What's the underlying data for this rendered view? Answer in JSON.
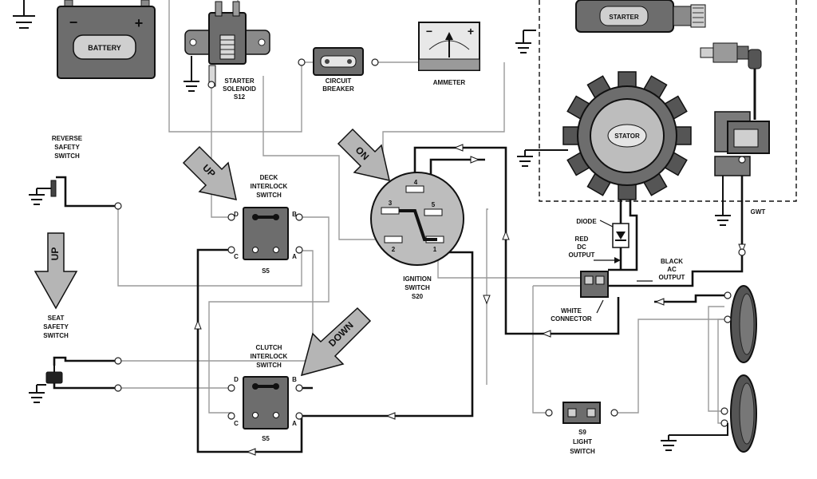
{
  "labels": {
    "battery": "BATTERY",
    "battery_minus": "−",
    "battery_plus": "+",
    "starter": "STARTER",
    "starter_solenoid": [
      "STARTER",
      "SOLENOID",
      "S12"
    ],
    "circuit_breaker": [
      "CIRCUIT",
      "BREAKER"
    ],
    "ammeter": "AMMETER",
    "ammeter_minus": "−",
    "ammeter_plus": "+",
    "stator": "STATOR",
    "reverse_safety_switch": [
      "REVERSE",
      "SAFETY",
      "SWITCH"
    ],
    "deck_interlock_switch": [
      "DECK",
      "INTERLOCK",
      "SWITCH"
    ],
    "deck_switch_id": "S5",
    "clutch_interlock_switch": [
      "CLUTCH",
      "INTERLOCK",
      "SWITCH"
    ],
    "clutch_switch_id": "S5",
    "seat_safety_switch": [
      "SEAT",
      "SAFETY",
      "SWITCH"
    ],
    "ignition_switch": [
      "IGNITION",
      "SWITCH",
      "S20"
    ],
    "ignition_terminals": [
      "4",
      "3",
      "5",
      "2",
      "1"
    ],
    "diode": "DIODE",
    "red_dc_output": [
      "RED",
      "DC",
      "OUTPUT"
    ],
    "black_ac_output": [
      "BLACK",
      "AC",
      "OUTPUT"
    ],
    "white_connector": [
      "WHITE",
      "CONNECTOR"
    ],
    "gwt": "GWT",
    "light_switch": [
      "S9",
      "LIGHT",
      "SWITCH"
    ],
    "switch_terminals": {
      "d": "D",
      "b": "B",
      "c": "C",
      "a": "A"
    }
  },
  "arrows": {
    "up_deck": "UP",
    "up_seat": "UP",
    "on_ignition": "ON",
    "down_clutch": "DOWN"
  },
  "colors": {
    "wire_thin": "#9a9a9a",
    "wire_thick": "#111111",
    "component_fill": "#6d6d6d",
    "component_light": "#cfcfcf",
    "arrow_fill": "#b5b5b5"
  }
}
